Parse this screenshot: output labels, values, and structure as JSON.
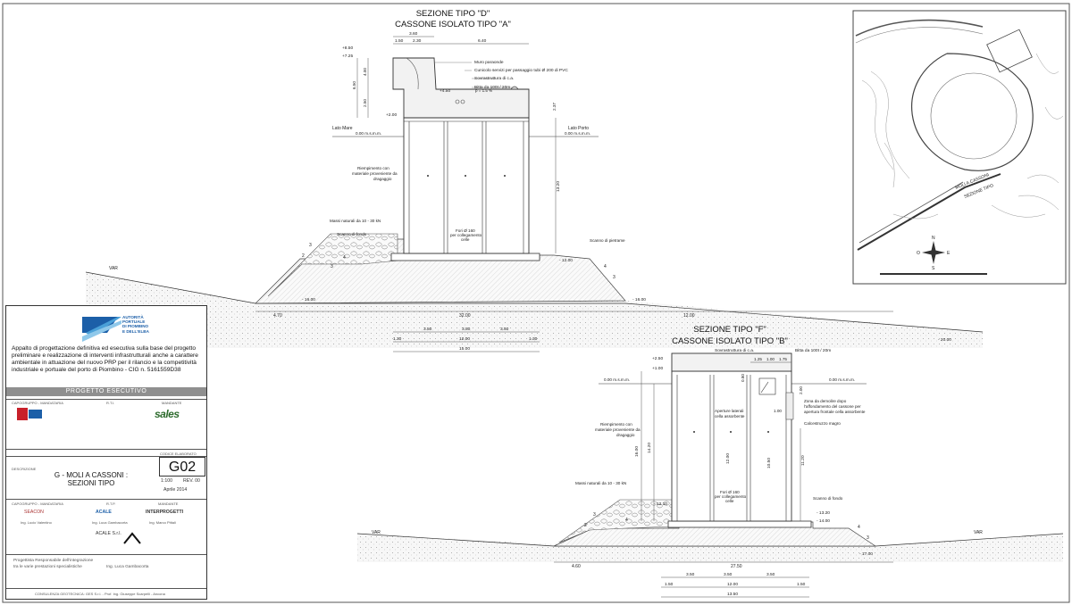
{
  "sections": {
    "d": {
      "title1": "SEZIONE TIPO \"D\"",
      "title2": "CASSONE ISOLATO TIPO \"A\""
    },
    "f": {
      "title1": "SEZIONE TIPO \"F\"",
      "title2": "CASSONE ISOLATO TIPO \"B\""
    }
  },
  "labels_d": {
    "muro": "Muro paraonde",
    "cunicolo": "Cunicolo servizi per passaggio tubi Ø 200 di PVC",
    "sovrastruttura": "Sovrastruttura di c.a.",
    "bitta": "Bitta da 100t / 20m",
    "lato_mare": "Lato Mare",
    "lato_porto": "Lato Porto",
    "zero_left": "0.00 m.s.m.m.",
    "zero_right": "0.00 m.s.m.m.",
    "riemp1": "Riempimento con",
    "riemp2": "materiale proveniente da",
    "riemp3": "dragaggio",
    "massi": "Massi naturali da 10 - 30 kN",
    "scanno_left": "Scanno di fondo",
    "scanno_right": "Scanno di pietrame",
    "fori1": "Fori Ø 160",
    "fori2": "per collegamento",
    "fori3": "celle",
    "pendenza": "p = 1.5 %",
    "elev_850": "+8.50",
    "elev_725": "+7.25",
    "elev_450": "+4.50",
    "elev_200": "+2.00",
    "elev_m1200": "- 12.00",
    "elev_m1600": "- 16.00",
    "elev_m1600b": "- 16.00",
    "elev_m2000": "- 20.00",
    "var_left": "VAR",
    "dim_360": "3.60",
    "dim_150": "1.50",
    "dim_230": "2.30",
    "dim_640": "6.40",
    "dim_470": "4.70",
    "dim_3200": "32.00",
    "dim_1200a": "12.00",
    "dim_350a": "3.50",
    "dim_350b": "3.50",
    "dim_350c": "3.50",
    "dim_130a": "1.30",
    "dim_1200b": "12.00",
    "dim_130b": "1.30",
    "dim_1500": "15.00",
    "dim_1320": "13.20",
    "dim_237": "2.37",
    "dim_650": "6.50",
    "dim_400": "4.00",
    "dim_250": "2.50",
    "dim_ratio_a": "3",
    "dim_ratio_b": "2",
    "dim_ratio_c": "3",
    "dim_ratio_d": "4",
    "dim_ratio_e": "4",
    "dim_ratio_f": "3"
  },
  "labels_f": {
    "sovrastruttura": "Sovrastruttura di c.a.",
    "bitta": "Bitta da 100t / 20m",
    "zero_left": "0.00 m.s.m.m.",
    "zero_right": "0.00 m.s.m.m.",
    "zona1": "Zona da demolire dopo",
    "zona2": "l'affondamento del cassone per",
    "zona3": "apertura frontale cella assorbente",
    "calcestruzzo": "Calcestruzzo magro",
    "aperture1": "Aperture laterali",
    "aperture2": "cella assorbente",
    "riemp1": "Riempimento con",
    "riemp2": "materiale proveniente da",
    "riemp3": "dragaggio",
    "massi": "Massi naturali da 10 - 30 kN",
    "scanno": "Scanno di fondo",
    "fori1": "Fori Ø 160",
    "fori2": "per collegamento",
    "fori3": "celle",
    "elev_250": "+2.50",
    "elev_100": "+1.00",
    "elev_m1210": "- 12.10",
    "elev_m1320": "- 13.20",
    "elev_m1400": "- 14.00",
    "elev_m1700": "- 17.00",
    "var_left": "VAR",
    "var_right": "VAR",
    "dim_125": "1.25",
    "dim_100": "1.00",
    "dim_175": "1.75",
    "dim_460": "4.60",
    "dim_2750": "27.50",
    "dim_350a": "3.50",
    "dim_350b": "3.50",
    "dim_350c": "3.50",
    "dim_150a": "1.50",
    "dim_1200": "12.00",
    "dim_150b": "1.50",
    "dim_1350": "13.50",
    "dim_1600": "16.00",
    "dim_1420": "14.20",
    "dim_1200v": "12.00",
    "dim_1050": "10.50",
    "dim_1120": "11.20",
    "dim_200": "2.00",
    "dim_080": "0.80",
    "dim_100v": "1.00",
    "dim_ratio_a": "3",
    "dim_ratio_b": "2",
    "dim_ratio_c": "4",
    "dim_ratio_d": "4",
    "dim_ratio_e": "3"
  },
  "map": {
    "label_moli": "MOLI A CASSONI",
    "label_sezione": "SEZIONE TIPO",
    "compass_n": "N",
    "compass_s": "S",
    "compass_e": "E",
    "compass_w": "O"
  },
  "title_block": {
    "authority_line1": "AUTORITÀ",
    "authority_line2": "PORTUALE",
    "authority_line3": "DI PIOMBINO",
    "authority_line4": "E DELL'ELBA",
    "description": "Appalto di progettazione definitiva ed esecutiva sulla base del progetto preliminare e realizzazione di interventi infrastrutturali anche a carattere ambientale in attuazione del nuovo PRP per il rilancio e la competitività industriale e portuale del porto di Piombino - CIG n. 5161559D38",
    "banner": "PROGETTO ESECUTIVO",
    "capogruppo": "CAPOGRUPPO - MANDATARIA",
    "rti": "R.T.I.",
    "mandante": "MANDANTE",
    "mandante_logo": "sales",
    "codice_label": "CODICE ELABORATO",
    "codice": "G02",
    "descrizione_label": "DESCRIZIONE",
    "drawing_title1": "G - MOLI A CASSONI :",
    "drawing_title2": "SEZIONI TIPO",
    "scala": "1:100",
    "rev": "REV. 00",
    "data": "Aprile 2014",
    "capogruppo2": "CAPOGRUPPO - MANDATARIA",
    "rtp": "R.T.P.",
    "mandante2": "MANDANTE",
    "company1": "SEACON",
    "company2": "ACALE",
    "company3": "INTERPROGETTI",
    "company2b": "ACALE S.r.l.",
    "person1": "Ing. Lucio Valentino",
    "person2": "Ing. Luca Gambacorta",
    "person3": "Ing. Marco Pittali",
    "footer1": "Progettista Responsabile dell'integrazione",
    "footer2": "tra le varie prestazioni specialistiche",
    "footer3": "Ing. Luca Gambacorta",
    "consulenza": "CONSULENZA GEOTECNICA: GES S.r.l. - Prof. Ing. Giuseppe Scarpelli - Ancona"
  }
}
